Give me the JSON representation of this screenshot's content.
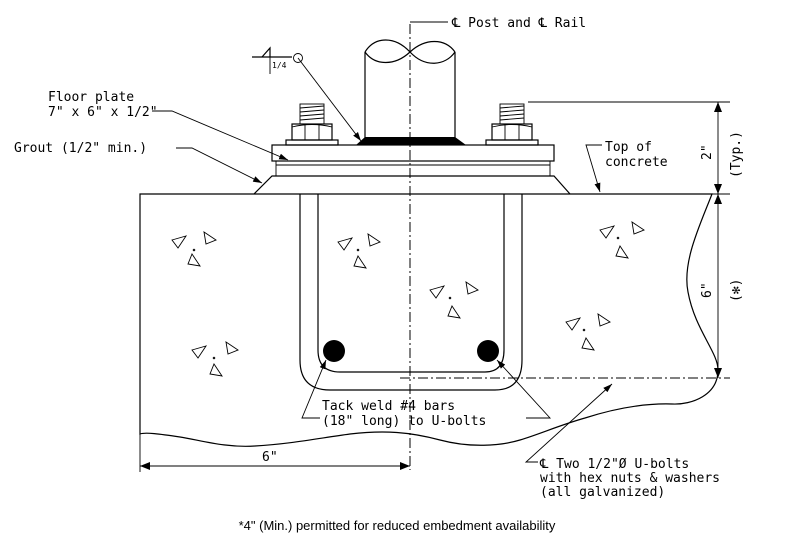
{
  "labels": {
    "centerline": "℄ Post and ℄ Rail",
    "floor_plate_1": "Floor plate",
    "floor_plate_2": "7\" x 6\" x 1/2\"",
    "grout": "Grout (1/2\" min.)",
    "weld_size": "1/4",
    "top_concrete_1": "Top of",
    "top_concrete_2": "concrete",
    "dim_2": "2\"",
    "dim_2_note": "(Typ.)",
    "dim_6_vert": "6\"",
    "dim_6_note": "(✻)",
    "dim_6_horiz": "6\"",
    "tack_1": "Tack weld #4 bars",
    "tack_2": "(18\" long) to U-bolts",
    "ubolt_1": "℄ Two 1/2\"Ø U-bolts",
    "ubolt_2": "with hex nuts & washers",
    "ubolt_3": "(all galvanized)"
  },
  "caption": "*4\" (Min.) permitted for reduced embedment availability"
}
